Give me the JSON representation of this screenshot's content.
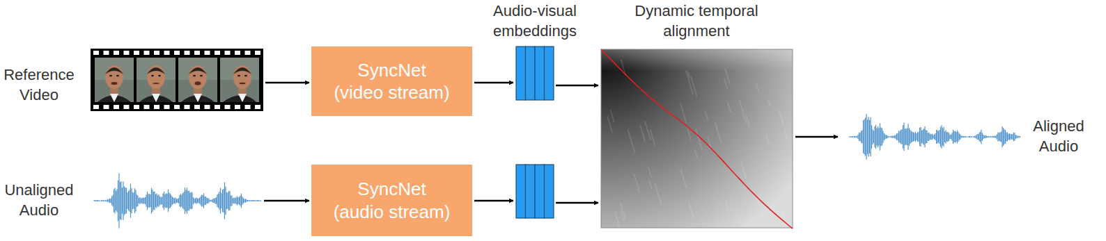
{
  "diagram": {
    "nodes": [
      {
        "text": [
          "SyncNet (video stream)"
        ]
      },
      {
        "text": [
          "SyncNet (audio stream)"
        ]
      }
    ],
    "labels": [
      "Audio-visual embeddings",
      "Dynamic temporal alignment",
      "Reference Video",
      "Aligned Audio",
      "Unaligned Audio"
    ]
  }
}
